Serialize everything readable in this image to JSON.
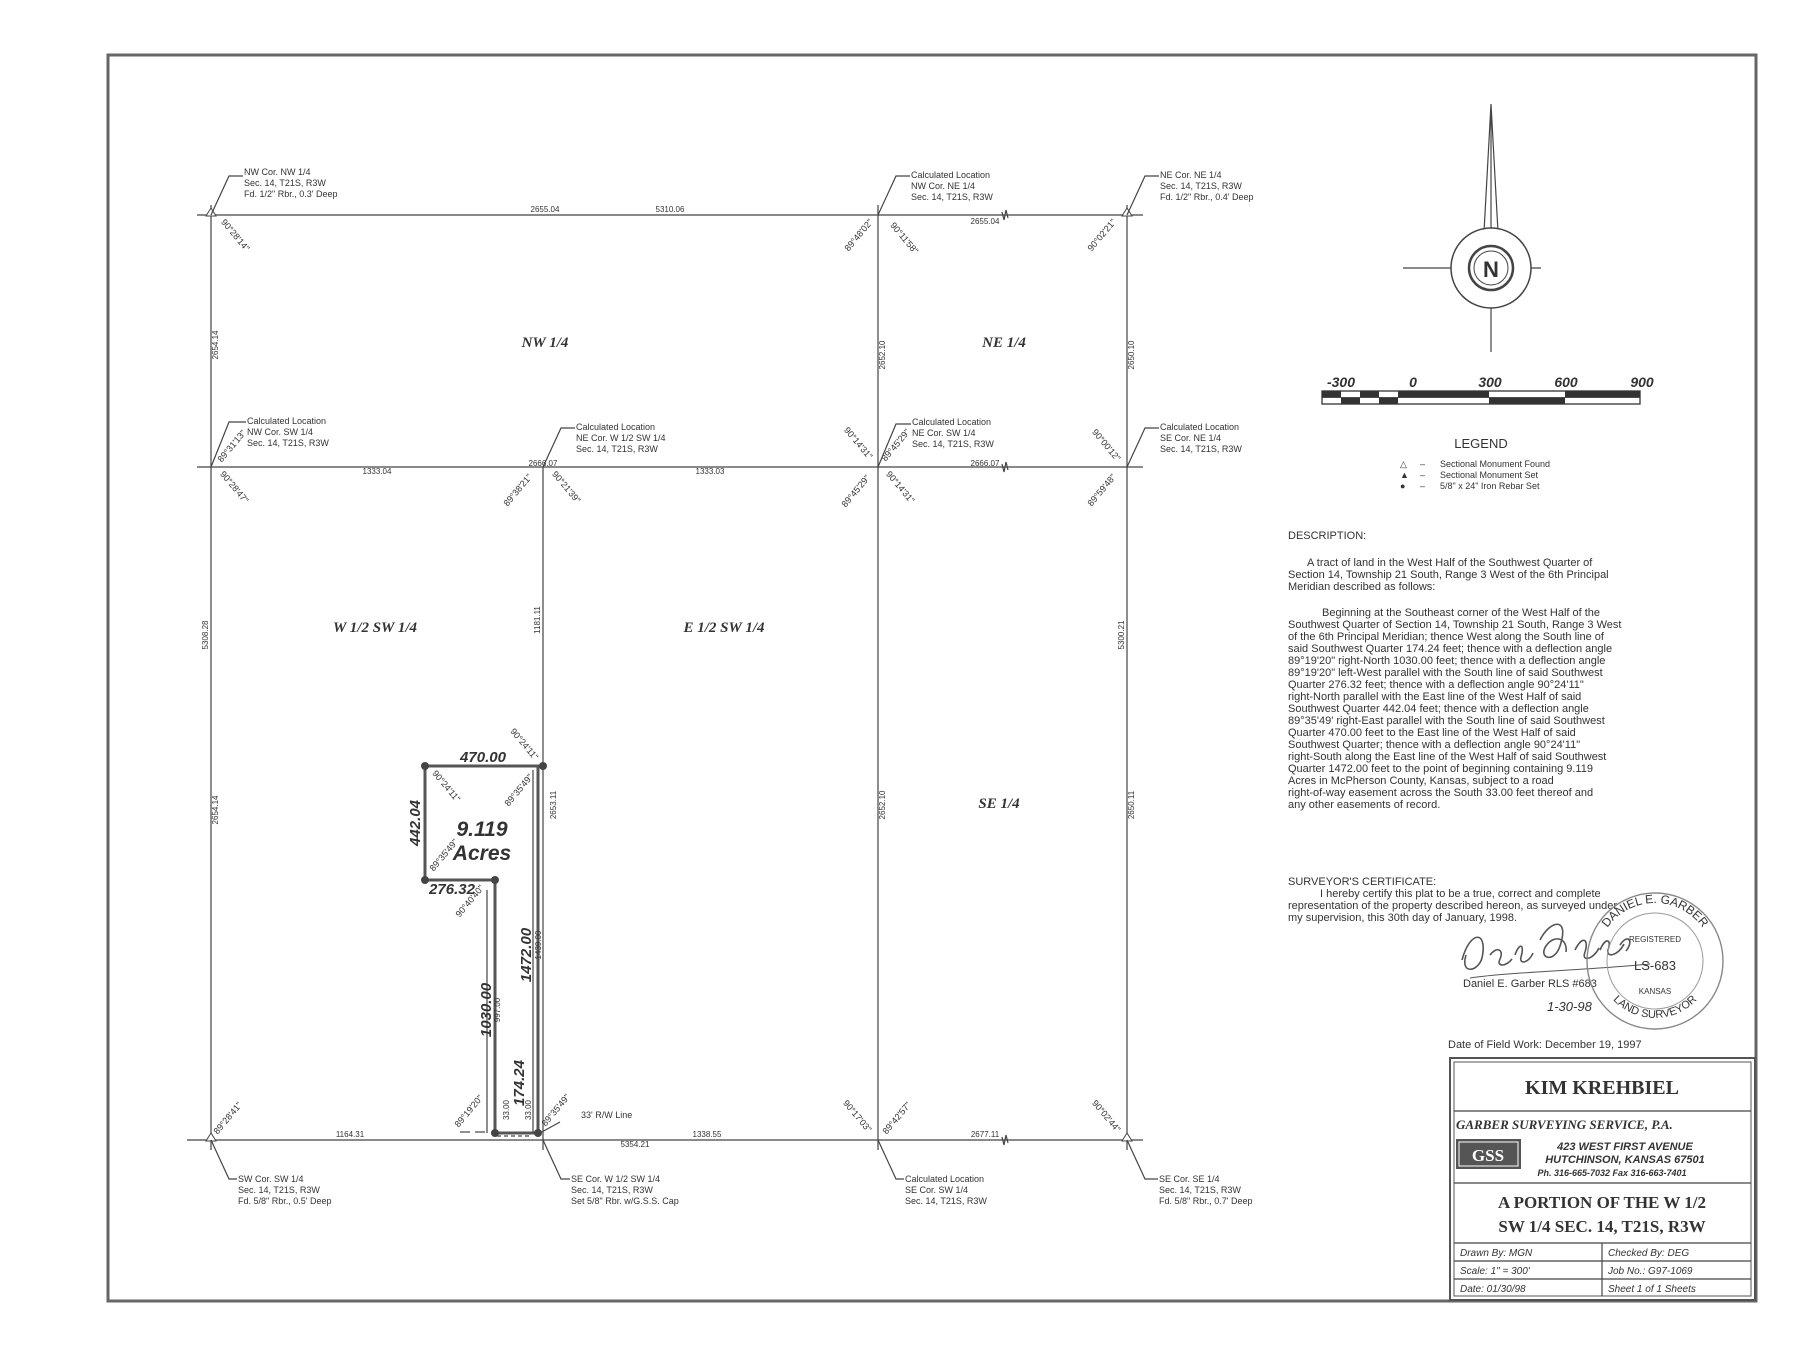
{
  "corners": {
    "nw_nw": [
      "NW Cor. NW 1/4",
      "Sec. 14, T21S, R3W",
      "Fd. 1/2\" Rbr., 0.3' Deep"
    ],
    "nw_ne": [
      "Calculated Location",
      "NW Cor. NE 1/4",
      "Sec. 14, T21S, R3W"
    ],
    "ne_ne": [
      "NE Cor. NE 1/4",
      "Sec. 14, T21S, R3W",
      "Fd. 1/2\" Rbr., 0.4' Deep"
    ],
    "nw_sw": [
      "Calculated Location",
      "NW Cor. SW 1/4",
      "Sec. 14, T21S, R3W"
    ],
    "ne_w12sw": [
      "Calculated Location",
      "NE Cor. W 1/2 SW 1/4",
      "Sec. 14, T21S, R3W"
    ],
    "ne_sw": [
      "Calculated Location",
      "NE Cor. SW 1/4",
      "Sec. 14, T21S, R3W"
    ],
    "se_ne": [
      "Calculated Location",
      "SE Cor. NE 1/4",
      "Sec. 14, T21S, R3W"
    ],
    "sw_sw": [
      "SW Cor. SW 1/4",
      "Sec. 14, T21S, R3W",
      "Fd. 5/8\" Rbr., 0.5' Deep"
    ],
    "se_w12sw": [
      "SE Cor. W 1/2 SW 1/4",
      "Sec. 14, T21S, R3W",
      "Set 5/8\" Rbr. w/G.S.S. Cap"
    ],
    "se_sw": [
      "Calculated Location",
      "SE Cor. SW 1/4",
      "Sec. 14, T21S, R3W"
    ],
    "se_se": [
      "SE Cor. SE 1/4",
      "Sec. 14, T21S, R3W",
      "Fd. 5/8\" Rbr., 0.7' Deep"
    ]
  },
  "quarters": {
    "nw": "NW 1/4",
    "ne": "NE 1/4",
    "w_sw": "W 1/2 SW 1/4",
    "e_sw": "E 1/2 SW 1/4",
    "se": "SE 1/4"
  },
  "distances": {
    "n_total": "5310.06",
    "n_left": "2655.04",
    "n_right": "2655.04",
    "mid_left": "1333.04",
    "mid_center": "2666.07",
    "mid_right1": "1333.03",
    "mid_right2": "2666.07",
    "s_total": "5354.21",
    "s_left": "1164.31",
    "s_mid": "1338.55",
    "s_right": "2677.11",
    "w_upper": "2654.14",
    "w_total": "5308.28",
    "w_lower": "2654.14",
    "c1_upper": "2652.10",
    "c1_lower": "2652.10",
    "e_upper": "2650.10",
    "e_total": "5300.21",
    "e_lower": "2650.11",
    "half_upper": "1181.11",
    "half_lower": "2653.11",
    "tract_n": "470.00",
    "tract_w": "442.04",
    "tract_mid": "276.32",
    "tract_w2": "1030.00",
    "tract_w2_sub": "997.00",
    "tract_e": "1472.00",
    "tract_e_sub": "1439.00",
    "tract_s": "174.24",
    "row_a": "33.00",
    "row_b": "33.00",
    "row_line": "33' R/W Line"
  },
  "angles": {
    "a1": "90°28'14\"",
    "a2": "89°48'02\"",
    "a3": "90°11'58\"",
    "a4": "90°02'21\"",
    "a5": "89°31'13\"",
    "a6": "90°28'47\"",
    "a7": "89°38'21\"",
    "a8": "90°21'39\"",
    "a9": "90°14'31\"",
    "a10": "89°45'29\"",
    "a11": "89°45'29\"",
    "a12": "90°14'31\"",
    "a13": "90°00'12\"",
    "a14": "89°59'48\"",
    "a15": "90°24'11\"",
    "a16": "90°24'11\"",
    "a17": "89°35'49\"",
    "a18": "89°35'49\"",
    "a19": "90°40'40\"",
    "a20": "89°19'20\"",
    "a21": "89°35'49\"",
    "a22": "89°28'41\"",
    "a23": "90°17'03\"",
    "a24": "89°42'57\"",
    "a25": "90°02'44\""
  },
  "tract": {
    "acres_num": "9.119",
    "acres_label": "Acres"
  },
  "north_arrow": {
    "letter": "N"
  },
  "scale_bar": {
    "labels": [
      "-300",
      "0",
      "300",
      "600",
      "900"
    ]
  },
  "legend": {
    "title": "LEGEND",
    "items": [
      {
        "symbol": "△",
        "text": "Sectional Monument Found"
      },
      {
        "symbol": "▲",
        "text": "Sectional Monument Set"
      },
      {
        "symbol": "●",
        "text": "5/8\" x 24\" Iron Rebar Set"
      }
    ]
  },
  "description": {
    "heading": "DESCRIPTION:",
    "para1": [
      "A tract of land in the West Half of the Southwest Quarter of",
      "Section 14, Township 21 South, Range 3 West of the 6th Principal",
      "Meridian described as follows:"
    ],
    "para2": [
      "Beginning at the Southeast corner of the West Half of the",
      "Southwest Quarter of Section 14, Township 21 South, Range 3 West",
      "of the 6th Principal Meridian; thence West along the South line of",
      "said Southwest Quarter 174.24 feet; thence with a deflection angle",
      "89°19'20\" right-North 1030.00 feet; thence with a deflection angle",
      "89°19'20\" left-West parallel with the South line of said Southwest",
      "Quarter 276.32 feet; thence with a deflection angle 90°24'11\"",
      "right-North parallel with the East line of the West Half of said",
      "Southwest Quarter 442.04 feet; thence with a deflection angle",
      "89°35'49' right-East parallel with the South line of said Southwest",
      "Quarter 470.00 feet to the East line of the West Half of said",
      "Southwest Quarter; thence with a deflection angle 90°24'11\"",
      "right-South along the East line of the West Half of said Southwest",
      "Quarter 1472.00 feet to the point of beginning containing 9.119",
      "Acres in McPherson County, Kansas, subject to a road",
      "right-of-way easement across the South 33.00 feet thereof and",
      "any other easements of record."
    ]
  },
  "certificate": {
    "heading": "SURVEYOR'S CERTIFICATE:",
    "lines": [
      "I hereby certify this plat to be a true, correct and complete",
      "representation of the property described hereon, as surveyed under",
      "my supervision, this 30th day of January, 1998."
    ],
    "signer": "Daniel E. Garber  RLS  #683",
    "date_hand": "1-30-98",
    "seal": {
      "top": "DANIEL E. GARBER",
      "reg": "REGISTERED",
      "num": "LS-683",
      "state": "KANSAS",
      "bottom": "LAND SURVEYOR"
    }
  },
  "field_work": "Date of Field Work:   December 19, 1997",
  "title_block": {
    "client": "KIM KREHBIEL",
    "firm": "GARBER SURVEYING SERVICE, P.A.",
    "logo": "GSS",
    "addr1": "423 WEST FIRST AVENUE",
    "addr2": "HUTCHINSON, KANSAS 67501",
    "phone": "Ph. 316-665-7032   Fax 316-663-7401",
    "title1": "A PORTION OF THE W 1/2",
    "title2": "SW 1/4 SEC. 14, T21S, R3W",
    "drawn": "Drawn By:  MGN",
    "checked": "Checked By:   DEG",
    "scale": "Scale:   1\"  =  300'",
    "job": "Job No.:   G97-1069",
    "date": "Date:    01/30/98",
    "sheet": "Sheet   1  of  1  Sheets"
  }
}
